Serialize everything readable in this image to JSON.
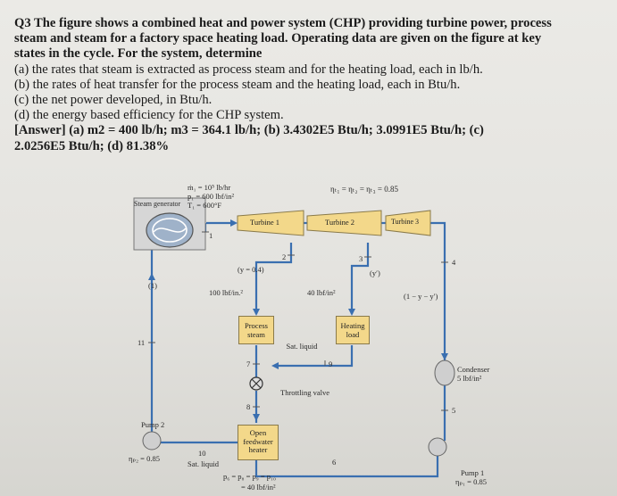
{
  "question": {
    "line1": "Q3 The figure shows a combined heat and power system (CHP) providing turbine power, process",
    "line2": "steam and steam for a factory space heating load. Operating data are given on the figure at key",
    "line3_pre": "states in the cycle. For the system, ",
    "line3_bold": "determine",
    "part_a": "(a) the rates that steam is extracted as process steam and for the heating load, each in lb/h.",
    "part_b": "(b) the rates of heat transfer for the process steam and the heating load, each in Btu/h.",
    "part_c": "(c) the net power developed, in Btu/h.",
    "part_d": "(d) the energy based efficiency for the CHP system.",
    "answer1": "[Answer] (a) m2 = 400 lb/h; m3 = 364.1 lb/h; (b) 3.4302E5 Btu/h; 3.0991E5 Btu/h; (c)",
    "answer2": "2.0256E5 Btu/h; (d) 81.38%"
  },
  "figure": {
    "state1_mdot": "ṁ₁ = 10⁵ lb/hr",
    "state1_p": "p₁ = 600 lbf/in²",
    "state1_t": "T₁ = 600°F",
    "efficiency": "ηₜ₁ = ηₜ₂ = ηₜ₃ = 0.85",
    "steam_generator": "Steam generator",
    "turbine1": "Turbine 1",
    "turbine2": "Turbine 2",
    "turbine3": "Turbine 3",
    "y_fraction": "(y = 0.4)",
    "y_prime": "(y′)",
    "one_minus": "(1 − y − y′)",
    "p100": "100 lbf/in.²",
    "p40": "40 lbf/in²",
    "process_steam": "Process steam",
    "heating_load": "Heating load",
    "sat_liquid": "Sat. liquid",
    "throttling_valve": "Throttling valve",
    "condenser": "Condenser",
    "condenser_p": "5 lbf/in²",
    "open_fwh": "Open feedwater heater",
    "pump2": "Pump 2",
    "pump2_eff": "ηₚ₂ = 0.85",
    "pump1": "Pump 1",
    "pump1_eff": "ηₚ₁ = 0.85",
    "sat_liquid_10": "Sat. liquid",
    "pressure_eq": "p₆ = p₈ = p₉ = p₁₀",
    "pressure_eq2": "= 40 lbf/in²",
    "states": [
      "1",
      "2",
      "3",
      "4",
      "5",
      "6",
      "7",
      "8",
      "9",
      "10",
      "11"
    ],
    "state_paren1": "(1)"
  }
}
